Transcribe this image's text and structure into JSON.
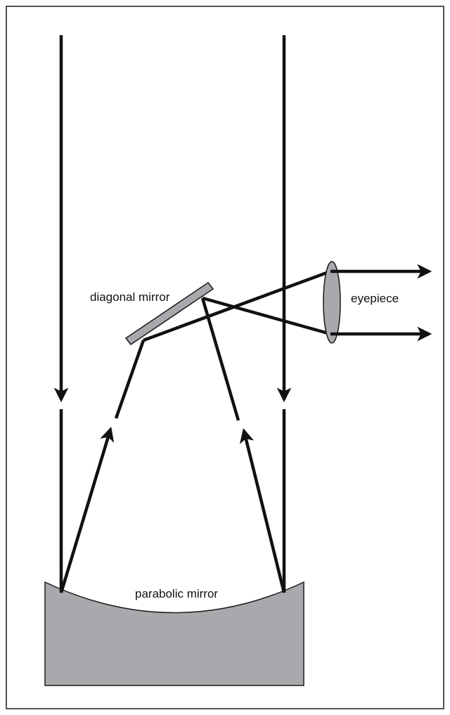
{
  "labels": {
    "diagonal_mirror": "diagonal mirror",
    "eyepiece": "eyepiece",
    "parabolic_mirror": "parabolic mirror"
  },
  "colors": {
    "background": "#ffffff",
    "frame": "#1a1a1a",
    "ray": "#111111",
    "mirror_fill": "#a7a9ac",
    "mirror_stroke": "#1a1a1a"
  }
}
